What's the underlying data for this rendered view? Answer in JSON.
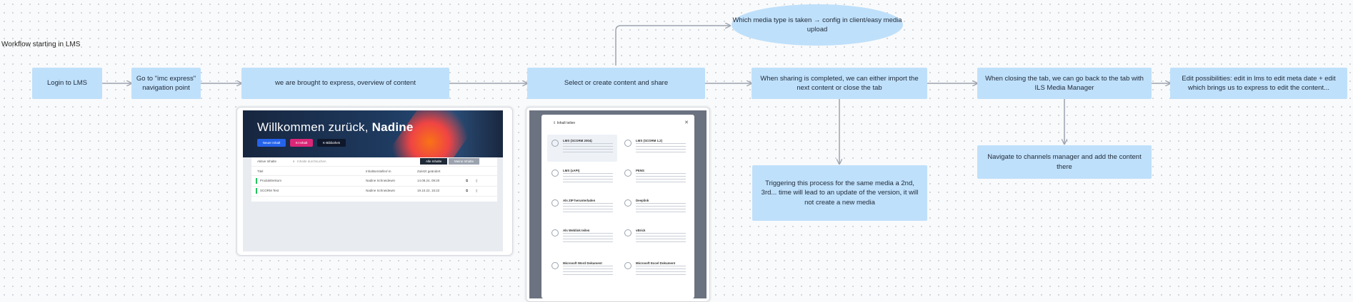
{
  "title": "Workflow starting in LMS",
  "nodes": {
    "login": "Login to LMS",
    "goto": "Go to \"imc express\" navigation point",
    "express": "we are brought to express, overview of content",
    "select": "Select or create content and share",
    "media_type": "Which media type is taken → config in client/easy media upload",
    "sharing": "When sharing is completed, we can either import the next content or close the tab",
    "closing": "When closing the tab, we can go back to the tab with ILS Media Manager",
    "edit": "Edit possibilities: edit in lms to edit meta date + edit which brings us to express to edit the content...",
    "trigger": "Triggering this process for the same media a 2nd, 3rd... time will lead to an update of the version, it will not create a new media",
    "navigate": "Navigate to channels manager and add the content there"
  },
  "screenshot_express": {
    "welcome": "Willkommen zurück,",
    "user": "Nadine",
    "buttons": [
      "Neuer Inhalt",
      "KI Inhalt",
      "K-Bibliothek"
    ],
    "filter": "Aktive Inhalte",
    "search_placeholder": "Inhalte durchsuchen",
    "toggle": [
      "Alle Inhalte",
      "Meine Inhalte"
    ],
    "columns": [
      "Titel",
      "Inhaltsersteller/-in",
      "Zuletzt geändert"
    ],
    "rows": [
      {
        "title": "Produktlenkum",
        "author": "Nadine Schneidewin",
        "date": "14.08.24, 09:20"
      },
      {
        "title": "SCORM Test",
        "author": "Nadine Schneidewin",
        "date": "19.10.22, 15:22"
      }
    ]
  },
  "screenshot_share": {
    "title": "Inhalt teilen",
    "options": [
      "LMS (SCORM 2004)",
      "LMS (SCORM 1.2)",
      "LMS (xAPI)",
      "PENS",
      "Als ZIP herunterladen",
      "Deeplink",
      "Als Weblink teilen",
      "vBrick",
      "Microsoft Word Dokument",
      "Microsoft Excel Dokument"
    ]
  }
}
